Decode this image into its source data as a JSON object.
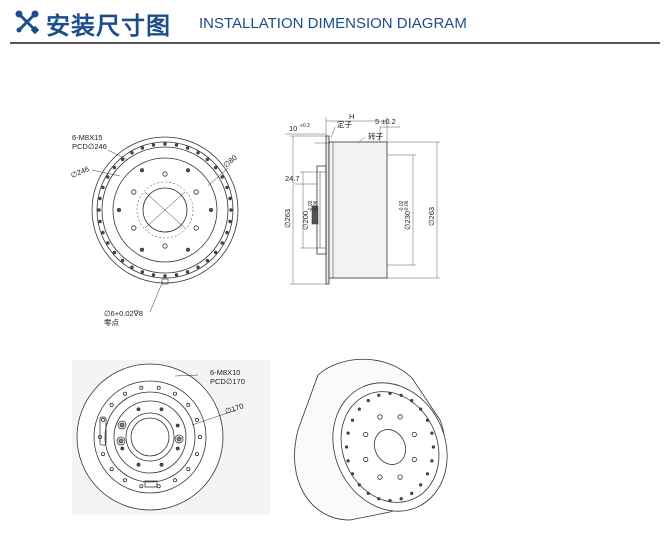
{
  "header": {
    "icon": "wrench-screwdriver-icon",
    "title_cn": "安装尺寸图",
    "title_en": "INSTALLATION DIMENSION DIAGRAM",
    "accent": "#1d4d8c"
  },
  "front_view": {
    "bolt_label": "6-M8X15",
    "pcd_label": "PCD∅246",
    "dia_outer": "∅246",
    "dia_inner": "∅80",
    "hole_label": "∅6+0.02∇8",
    "zero_label": "零点"
  },
  "side_view": {
    "h": "H",
    "tol_10": "+0.2",
    "dim_10": "10",
    "dim_5": "5 ±0.2",
    "stator": "定子",
    "rotor": "转子",
    "dim_247": "24.7",
    "dia_left": "∅263",
    "dia_200": "∅200",
    "tol_200a": "-0.02",
    "tol_200b": "-0.06",
    "dia_230": "∅230",
    "tol_230a": "-0.02",
    "tol_230b": "-0.06",
    "dia_right": "∅263"
  },
  "back_view": {
    "bolt_label": "6-M8X10",
    "pcd_label": "PCD∅170",
    "dia_label": "∅170"
  }
}
